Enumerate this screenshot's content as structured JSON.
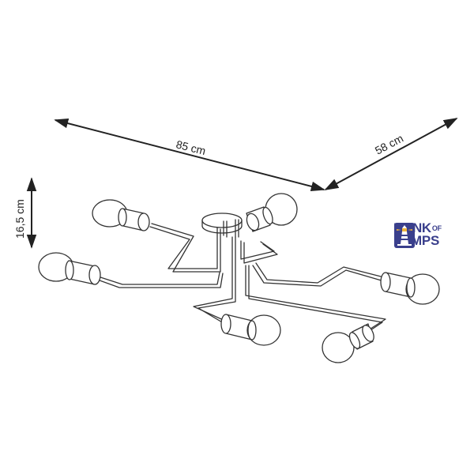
{
  "dimensions": {
    "width": "85 cm",
    "depth": "58 cm",
    "height": "16,5 cm"
  },
  "logo": {
    "line1": "BANK",
    "line1_small": "OF",
    "line2": "LAMPS",
    "icon": "lighthouse-icon"
  },
  "colors": {
    "line": "#222222",
    "logo_main": "#3a3f8c",
    "logo_accent": "#f0b43c"
  }
}
